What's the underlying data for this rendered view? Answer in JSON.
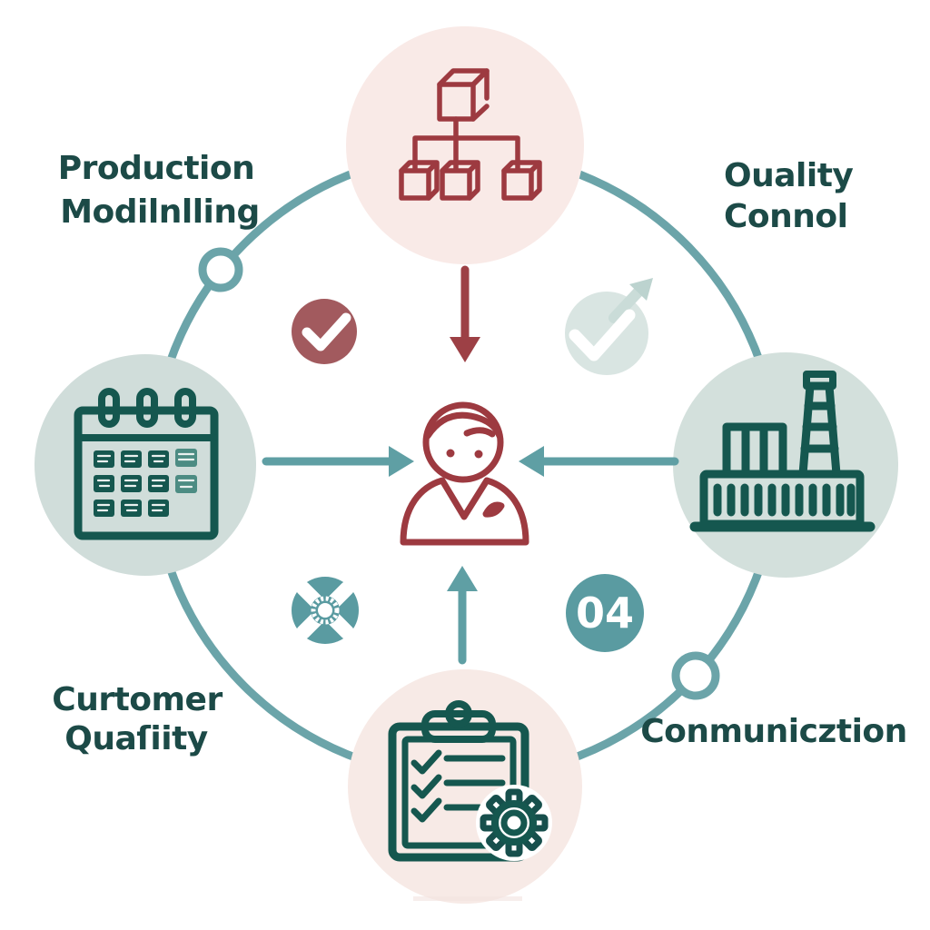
{
  "labels": {
    "production": {
      "line1": "Production",
      "line2": "Modilnlling"
    },
    "quality": {
      "line1": "Ouality",
      "line2": "Connol"
    },
    "customer": {
      "line1": "Curtomer",
      "line2": "Quaſiity"
    },
    "communication": {
      "line1": "Conmunicztion"
    }
  },
  "badges": {
    "step_number": "04",
    "check_badge": "check-icon",
    "growth_check_badge": "check-trend-arrow-icon",
    "gear_x_badge": "crossed-tools-gear-icon"
  },
  "nodes": {
    "top": {
      "icon": "cube-hierarchy-icon"
    },
    "left": {
      "icon": "calendar-icon"
    },
    "right": {
      "icon": "factory-icon"
    },
    "bottom": {
      "icon": "clipboard-checklist-gear-icon"
    },
    "center": {
      "icon": "person-icon"
    }
  },
  "colors": {
    "label_text": "#1c4a47",
    "connector_teal": "#6ba4a9",
    "arrow_teal": "#5f9fa4",
    "badge_teal": "#5a9ba1",
    "icon_teal": "#15574f",
    "teal_circle_fill": "#d0ddda",
    "maroon_icon": "#9d3a40",
    "maroon_arrow": "#9d4045",
    "maroon_badge": "#a25a5e",
    "pink_circle_fill": "#f9eae7",
    "faded_badge_fill": "#d9e5e2"
  }
}
